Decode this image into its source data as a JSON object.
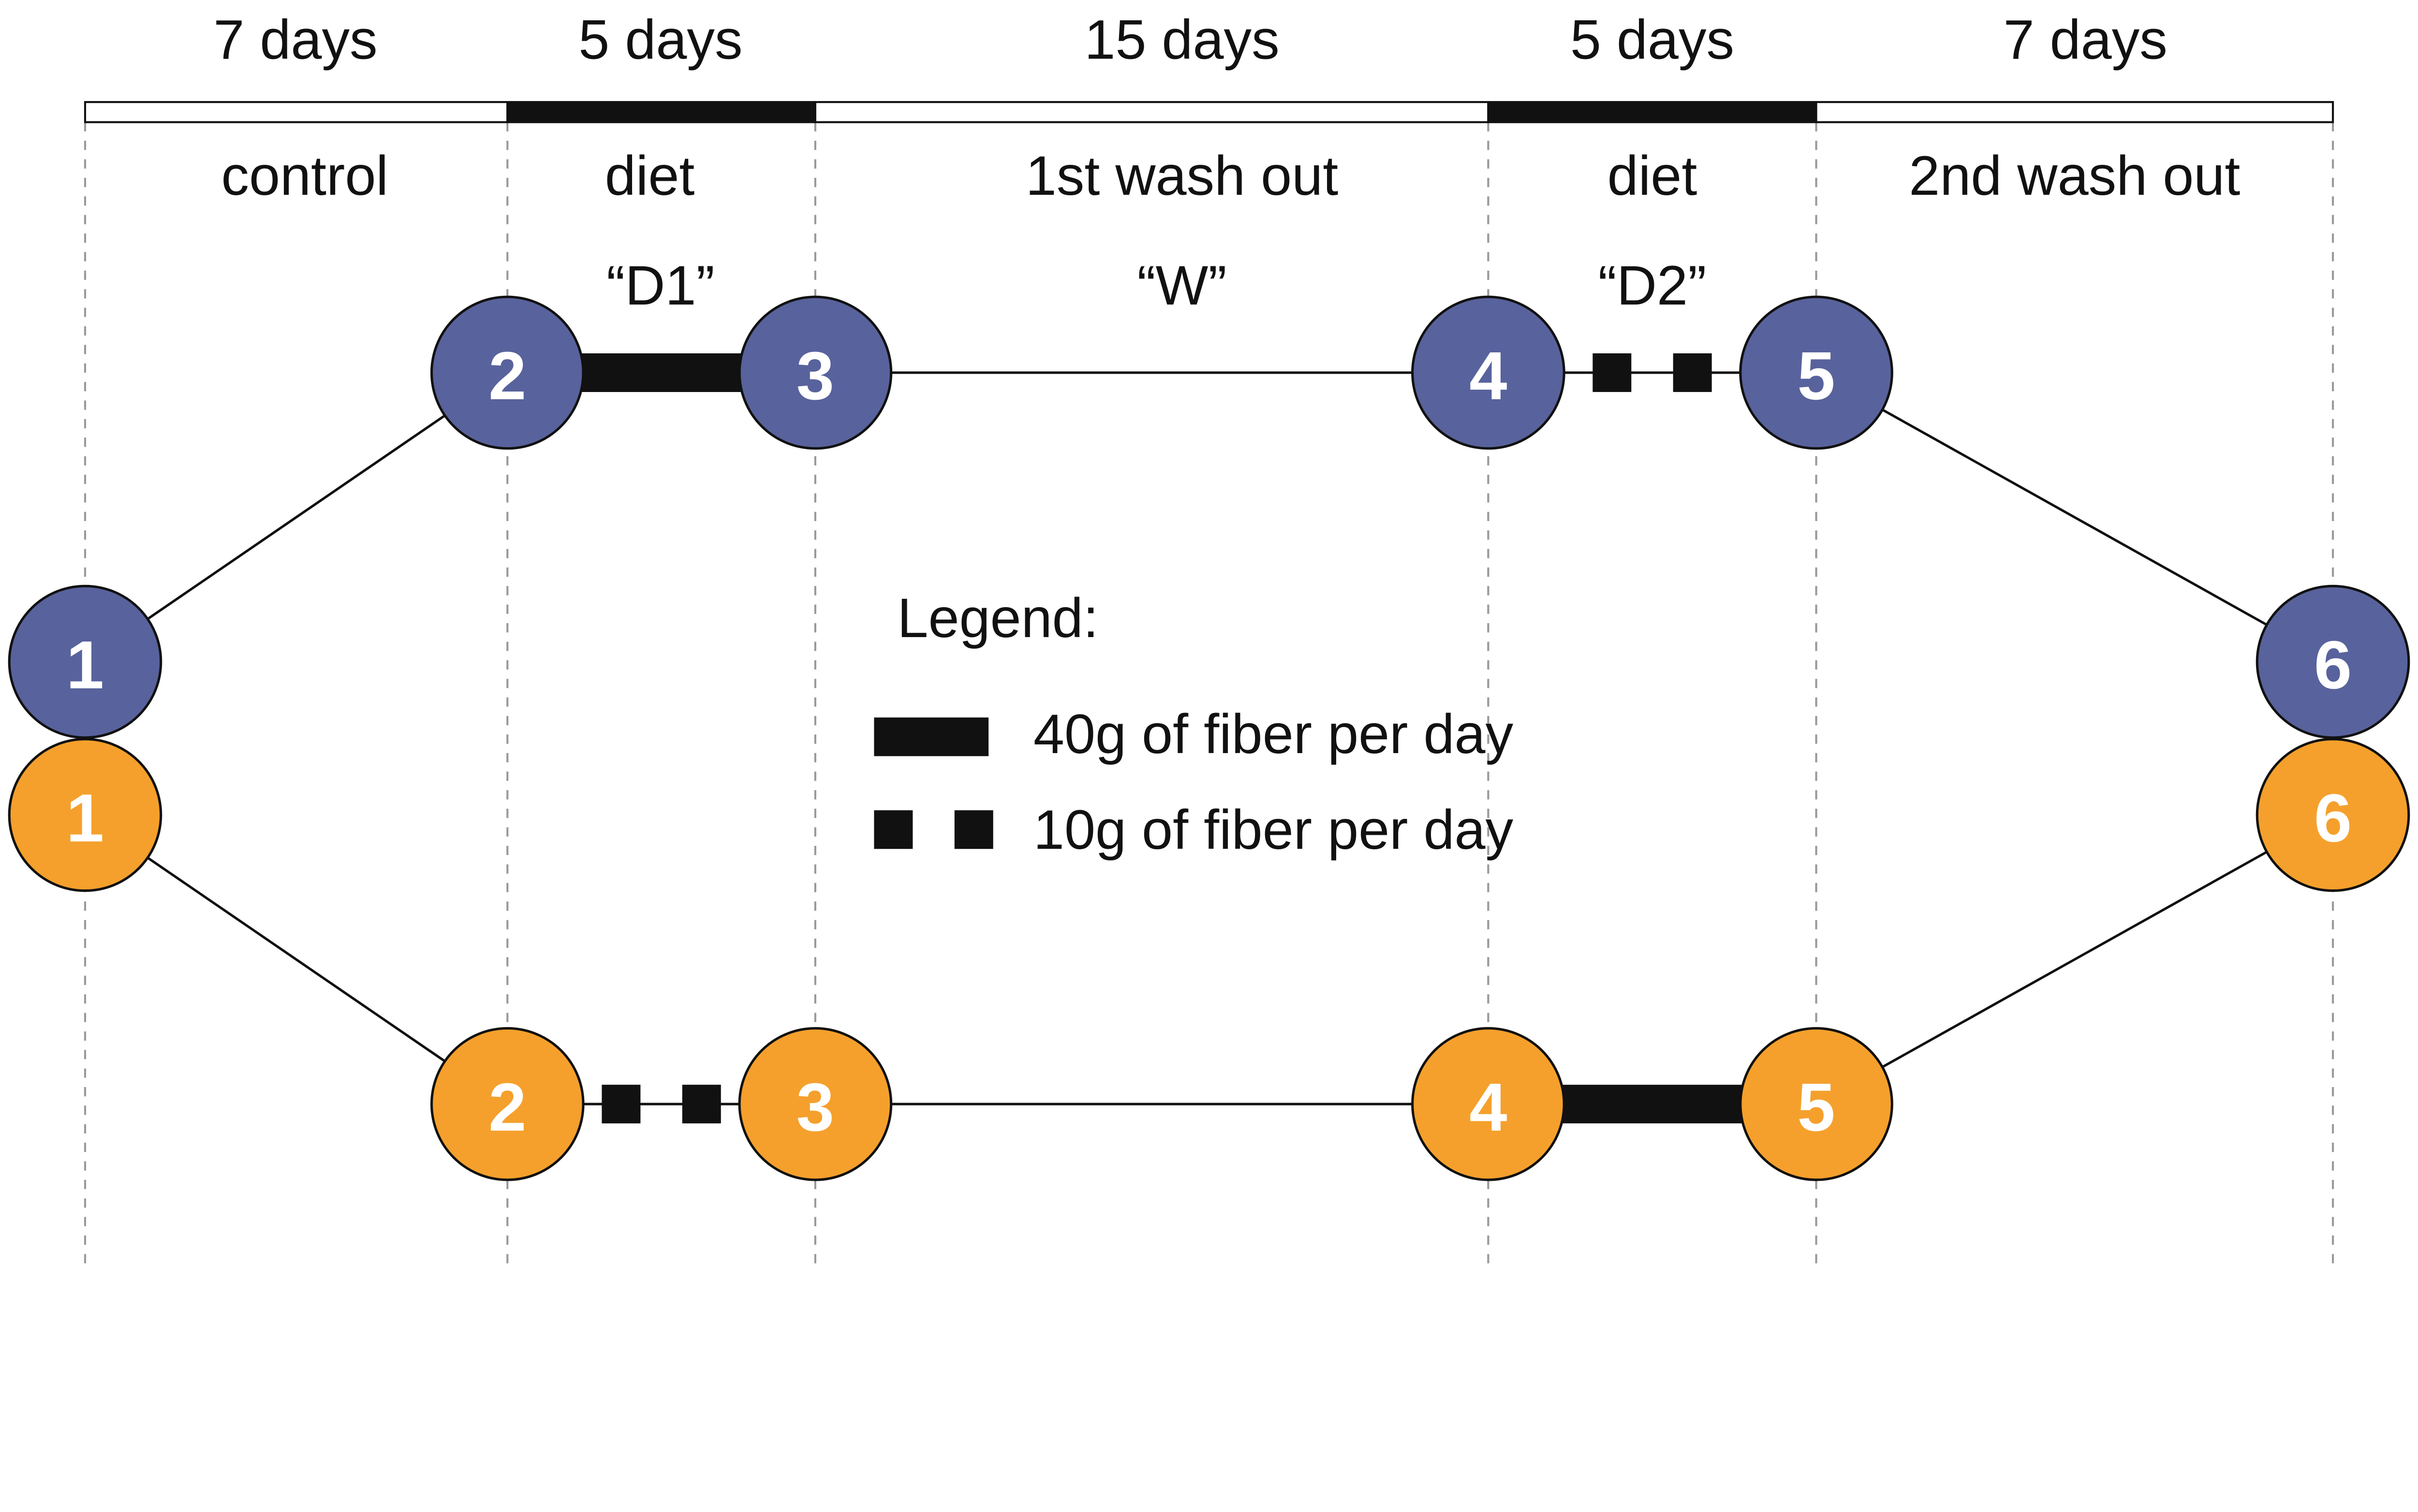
{
  "colors": {
    "group_a": "#58629c",
    "group_b": "#f5a02c",
    "line": "#111111",
    "grid": "#999999"
  },
  "durations": [
    "7 days",
    "5 days",
    "15 days",
    "5 days",
    "7 days"
  ],
  "phases": [
    "control",
    "diet",
    "1st wash out",
    "diet",
    "2nd wash out"
  ],
  "diet_phase_flags": [
    false,
    true,
    false,
    true,
    false
  ],
  "period_codes": [
    "",
    "“D1”",
    "“W”",
    "“D2”",
    ""
  ],
  "group_a": {
    "nodes": [
      "1",
      "2",
      "3",
      "4",
      "5",
      "6"
    ],
    "links": [
      "thin",
      "40g",
      "thin",
      "10g",
      "thin"
    ]
  },
  "group_b": {
    "nodes": [
      "1",
      "2",
      "3",
      "4",
      "5",
      "6"
    ],
    "links": [
      "thin",
      "10g",
      "thin",
      "40g",
      "thin"
    ]
  },
  "legend": {
    "title": "Legend:",
    "items": [
      {
        "type": "40g",
        "label": "40g of fiber per day"
      },
      {
        "type": "10g",
        "label": "10g of fiber per day"
      }
    ]
  }
}
